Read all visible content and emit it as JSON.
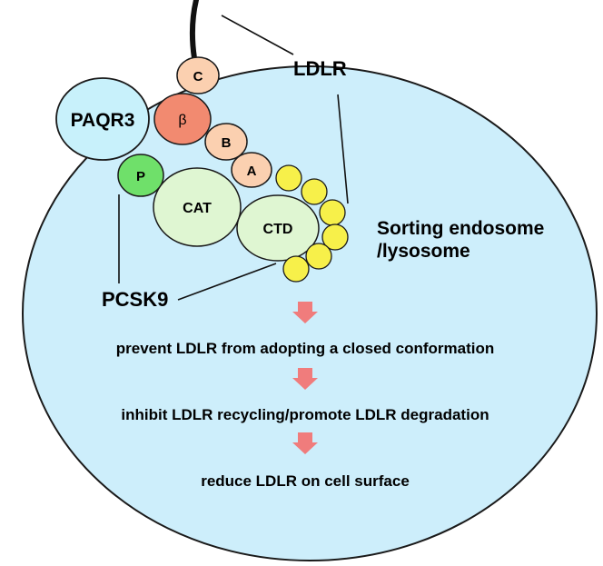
{
  "colors": {
    "cell_fill": "#cdeefb",
    "cell_stroke": "#1a1a1a",
    "paqr3": "#c8f1fb",
    "beta": "#f28a70",
    "ldlr_domain": "#fbd0b0",
    "prodomain": "#6fe06a",
    "cat_ctd": "#dff6d2",
    "egf_beads": "#f7f04a",
    "arrow": "#f07c7c"
  },
  "labels": {
    "ldlr": "LDLR",
    "pcsk9": "PCSK9",
    "paqr3": "PAQR3",
    "beta": "β",
    "c": "C",
    "b": "B",
    "a": "A",
    "p": "P",
    "cat": "CAT",
    "ctd": "CTD",
    "compartment_line1": "Sorting endosome",
    "compartment_line2": "/lysosome"
  },
  "steps": [
    "prevent LDLR from adopting a closed conformation",
    "inhibit LDLR recycling/promote LDLR degradation",
    "reduce LDLR on cell surface"
  ]
}
